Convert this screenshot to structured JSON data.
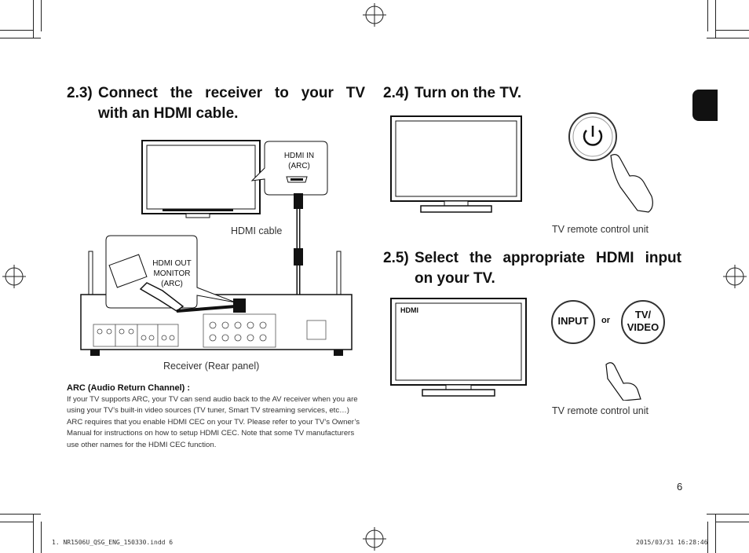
{
  "section_23": {
    "number": "2.3)",
    "title_line1": "Connect the receiver to your TV",
    "title_line2": "with an HDMI cable."
  },
  "section_24": {
    "number": "2.4)",
    "title": "Turn on the TV."
  },
  "section_25": {
    "number": "2.5)",
    "title_line1": "Select the appropriate HDMI input",
    "title_line2": "on your TV."
  },
  "labels": {
    "hdmi_in": "HDMI IN",
    "arc": "(ARC)",
    "hdmi_cable": "HDMI cable",
    "hdmi_out": "HDMI OUT",
    "monitor": "MONITOR",
    "receiver": "Receiver (Rear panel)",
    "remote_1": "TV remote control unit",
    "remote_2": "TV remote control unit",
    "hdmi_screen": "HDMI",
    "input_button": "INPUT",
    "or": "or",
    "tv_video_line1": "TV/",
    "tv_video_line2": "VIDEO"
  },
  "arc_note": {
    "title": "ARC (Audio Return Channel) :",
    "body": "If your TV supports ARC, your TV can send audio back to the AV receiver when you are using your TV’s built-in video sources (TV tuner, Smart TV streaming services, etc…) ARC requires that you enable HDMI CEC on your TV. Please refer to your TV’s Owner’s Manual for instructions on how to setup HDMI CEC. Note that some TV manufacturers use other names for the HDMI CEC function."
  },
  "page_number": "6",
  "footer": {
    "left": "1. NR1506U_QSG_ENG_150330.indd  6",
    "right": "2015/03/31  16:28:46"
  }
}
